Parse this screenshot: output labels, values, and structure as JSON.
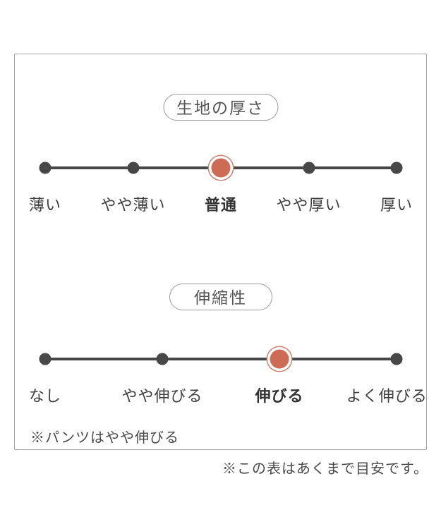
{
  "colors": {
    "accent": "#cd6b55",
    "accent_ring": "#cb8473",
    "scale_dark": "#474747",
    "frame_border": "#a3a3a3",
    "text_gray": "#4a4a4a"
  },
  "scales": [
    {
      "title": "生地の厚さ",
      "selected_value": "普通",
      "options": [
        {
          "label": "薄い",
          "selected": false
        },
        {
          "label": "やや薄い",
          "selected": false
        },
        {
          "label": "普通",
          "selected": true
        },
        {
          "label": "やや厚い",
          "selected": false
        },
        {
          "label": "厚い",
          "selected": false
        }
      ]
    },
    {
      "title": "伸縮性",
      "selected_value": "伸びる",
      "options": [
        {
          "label": "なし",
          "selected": false
        },
        {
          "label": "やや伸びる",
          "selected": false
        },
        {
          "label": "伸びる",
          "selected": true
        },
        {
          "label": "よく伸びる",
          "selected": false
        }
      ]
    }
  ],
  "notes": {
    "inner_note": "※パンツはやや伸びる",
    "disclaimer": "※この表はあくまで目安です。"
  }
}
